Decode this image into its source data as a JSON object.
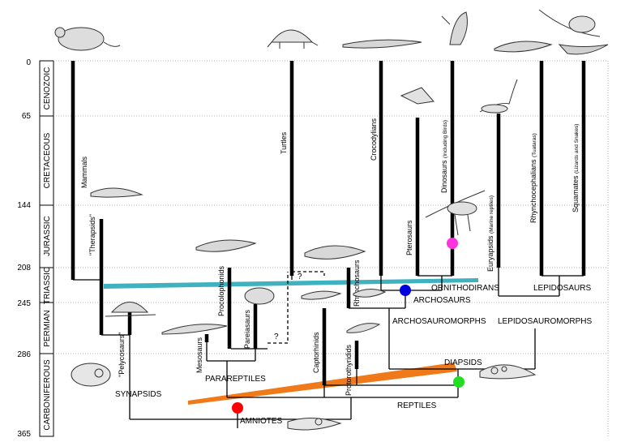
{
  "time_axis": {
    "ticks": [
      "0",
      "65",
      "144",
      "208",
      "245",
      "286",
      "365"
    ],
    "periods": [
      "CENOZOIC",
      "CRETACEOUS",
      "JURASSIC",
      "TRIASSIC",
      "PERMIAN",
      "CARBONIFEROUS"
    ]
  },
  "taxa": {
    "mammals": "Mammals",
    "therapsids": "\"Therapsids\"",
    "pelycosaurs": "\"Pelycosaurs\"",
    "mesosaurs": "Mesosaurs",
    "procolophonids": "Procolophonids",
    "pareiasaurs": "Pareiasaurs",
    "turtles": "Turtles",
    "captorhinids": "Captorhinids",
    "protorothyridids": "Protorothyridids",
    "rhynchosaurs": "Rhynchosaurs",
    "crocodylians": "Crocodylians",
    "pterosaurs": "Pterosaurs",
    "dinosaurs": "Dinosaurs",
    "dinosaurs_note": "(Including Birds)",
    "euryapsids": "Euryapsids",
    "euryapsids_note": "(Marine reptiles)",
    "rhynchocephalians": "Rhynchocephalians",
    "rhynchocephalians_note": "(Tuataras)",
    "squamates": "Squamates",
    "squamates_note": "(Lizards and Snakes)"
  },
  "clades": {
    "amniotes": "AMNIOTES",
    "synapsids": "SYNAPSIDS",
    "reptiles": "REPTILES",
    "parareptiles": "PARAREPTILES",
    "diapsids": "DIAPSIDS",
    "archosauromorphs": "ARCHOSAUROMORPHS",
    "lepidosauromorphs": "LEPIDOSAUROMORPHS",
    "archosaurs": "ARCHOSAURS",
    "ornithodirans": "ORNITHODIRANS",
    "lepidosaurs": "LEPIDOSAURS"
  },
  "uncertain_mark": "?",
  "node_markers": {
    "amniotes_color": "#ff0000",
    "diapsids_color": "#22dd22",
    "archosaurs_color": "#0000dd",
    "dinosaurs_color": "#ff33dd"
  },
  "highlight_colors": {
    "teal_band": "#2ba9b8",
    "orange_band": "#f07a1a"
  }
}
